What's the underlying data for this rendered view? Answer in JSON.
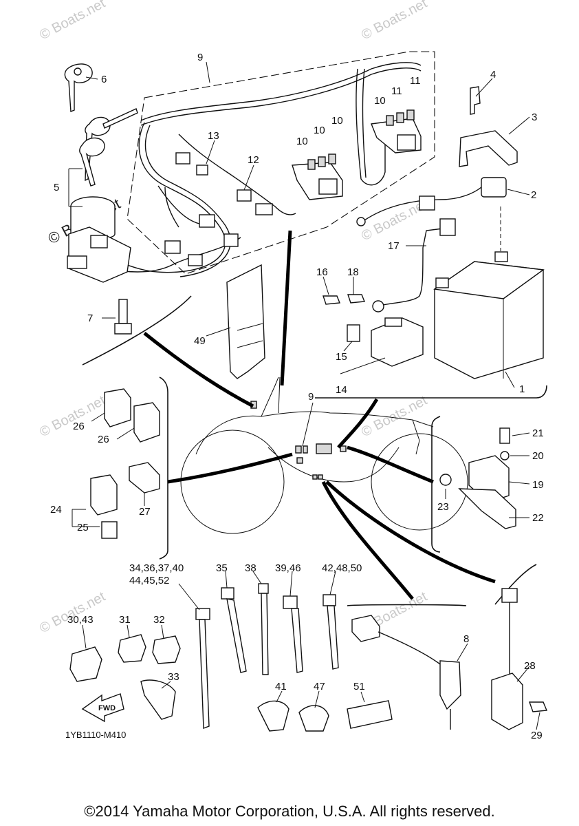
{
  "callouts": [
    {
      "id": "c1",
      "text": "1"
    },
    {
      "id": "c2",
      "text": "2"
    },
    {
      "id": "c3",
      "text": "3"
    },
    {
      "id": "c4",
      "text": "4"
    },
    {
      "id": "c5",
      "text": "5"
    },
    {
      "id": "c6",
      "text": "6"
    },
    {
      "id": "c7",
      "text": "7"
    },
    {
      "id": "c8",
      "text": "8"
    },
    {
      "id": "c9a",
      "text": "9"
    },
    {
      "id": "c9b",
      "text": "9"
    },
    {
      "id": "c10a",
      "text": "10"
    },
    {
      "id": "c10b",
      "text": "10"
    },
    {
      "id": "c10c",
      "text": "10"
    },
    {
      "id": "c10d",
      "text": "10"
    },
    {
      "id": "c11a",
      "text": "11"
    },
    {
      "id": "c11b",
      "text": "11"
    },
    {
      "id": "c12",
      "text": "12"
    },
    {
      "id": "c13",
      "text": "13"
    },
    {
      "id": "c14",
      "text": "14"
    },
    {
      "id": "c15",
      "text": "15"
    },
    {
      "id": "c16",
      "text": "16"
    },
    {
      "id": "c17",
      "text": "17"
    },
    {
      "id": "c18",
      "text": "18"
    },
    {
      "id": "c19",
      "text": "19"
    },
    {
      "id": "c20",
      "text": "20"
    },
    {
      "id": "c21",
      "text": "21"
    },
    {
      "id": "c22",
      "text": "22"
    },
    {
      "id": "c23",
      "text": "23"
    },
    {
      "id": "c24",
      "text": "24"
    },
    {
      "id": "c25",
      "text": "25"
    },
    {
      "id": "c26a",
      "text": "26"
    },
    {
      "id": "c26b",
      "text": "26"
    },
    {
      "id": "c27",
      "text": "27"
    },
    {
      "id": "c28",
      "text": "28"
    },
    {
      "id": "c29",
      "text": "29"
    },
    {
      "id": "c3043",
      "text": "30,43"
    },
    {
      "id": "c31",
      "text": "31"
    },
    {
      "id": "c32",
      "text": "32"
    },
    {
      "id": "c33",
      "text": "33"
    },
    {
      "id": "c34a",
      "text": "34,36,37,40"
    },
    {
      "id": "c34b",
      "text": "44,45,52"
    },
    {
      "id": "c35",
      "text": "35"
    },
    {
      "id": "c38",
      "text": "38"
    },
    {
      "id": "c3946",
      "text": "39,46"
    },
    {
      "id": "c424850",
      "text": "42,48,50"
    },
    {
      "id": "c41",
      "text": "41"
    },
    {
      "id": "c47",
      "text": "47"
    },
    {
      "id": "c49",
      "text": "49"
    },
    {
      "id": "c51",
      "text": "51"
    }
  ],
  "fwd_label": "FWD",
  "diagram_code": "1YB1110-M410",
  "watermark_text": "© Boats.net",
  "copyright": "©2014 Yamaha Motor Corporation, U.S.A. All rights reserved."
}
